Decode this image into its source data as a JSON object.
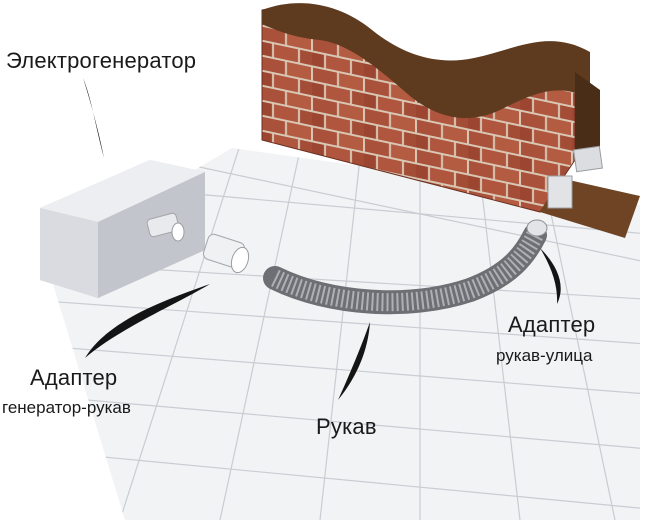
{
  "labels": {
    "generator": "Электрогенератор",
    "adapter_left_title": "Адаптер",
    "adapter_left_sub": "генератор-рукав",
    "hose": "Рукав",
    "adapter_right_title": "Адаптер",
    "adapter_right_sub": "рукав-улица"
  },
  "colors": {
    "floor": "#f2f3f5",
    "tile_line": "#c9ccd2",
    "brick": "#a9513a",
    "mortar": "#d9c7b4",
    "soil": "#5e3a1e",
    "generator": "#d5d6db",
    "hose": "#8d8f94",
    "pointer": "#141414"
  }
}
